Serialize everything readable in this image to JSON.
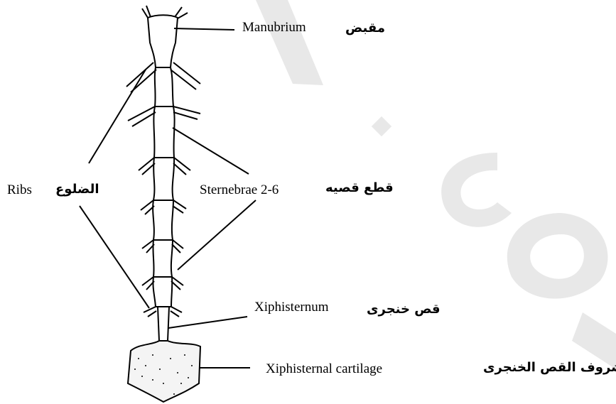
{
  "labels": {
    "manubrium": {
      "en": "Manubrium",
      "ar": "مقبض"
    },
    "ribs": {
      "en": "Ribs",
      "ar": "الضلوع"
    },
    "sternebrae": {
      "en": "Sternebrae 2-6",
      "ar": "قطع قصيه"
    },
    "xiphisternum": {
      "en": "Xiphisternum",
      "ar": "قص خنجرى"
    },
    "xiphisternal_cartilage": {
      "en": "Xiphisternal cartilage",
      "ar": "غضروف القص الخنجرى"
    }
  },
  "watermark": {
    "color": "#e8e8e8"
  }
}
